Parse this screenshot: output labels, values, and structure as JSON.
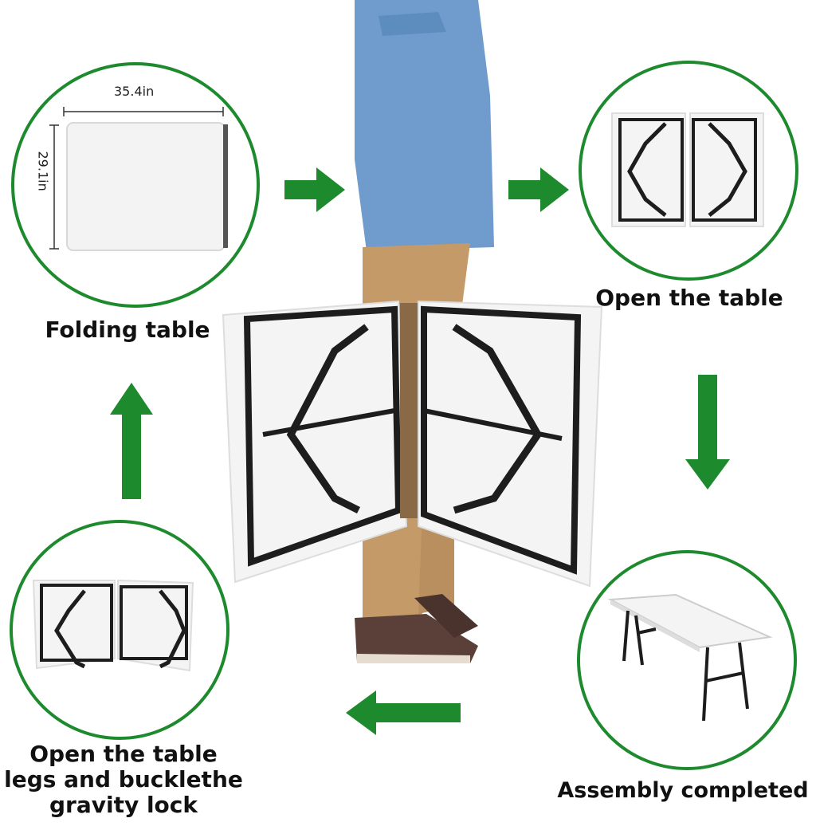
{
  "steps": {
    "folding": {
      "caption": "Folding table",
      "width_label": "35.4in",
      "depth_label": "29.1in"
    },
    "open": {
      "caption": "Open the table"
    },
    "assembly": {
      "caption": "Assembly completed"
    },
    "legs": {
      "caption_line1": "Open the table",
      "caption_line2": "legs  and bucklethe",
      "caption_line3": "gravity lock"
    }
  },
  "colors": {
    "accent": "#1e8a2e",
    "table_white": "#f2f2f2",
    "frame": "#222222"
  },
  "icons": {
    "arrow": "arrow-icon"
  }
}
